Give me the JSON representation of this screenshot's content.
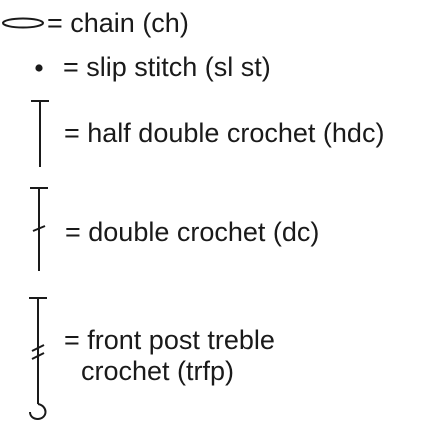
{
  "legend": {
    "items": [
      {
        "symbol": "chain-symbol-icon",
        "label": "= chain (ch)"
      },
      {
        "symbol": "slip-stitch-symbol-icon",
        "label": "= slip stitch (sl st)"
      },
      {
        "symbol": "half-double-crochet-symbol-icon",
        "label": "= half double crochet (hdc)"
      },
      {
        "symbol": "double-crochet-symbol-icon",
        "label": "= double crochet (dc)"
      },
      {
        "symbol": "front-post-treble-crochet-symbol-icon",
        "label_line1": "= front post treble",
        "label_line2": "crochet (trfp)"
      }
    ]
  },
  "colors": {
    "text": "#1a1a1a",
    "stroke": "#1a1a1a"
  }
}
